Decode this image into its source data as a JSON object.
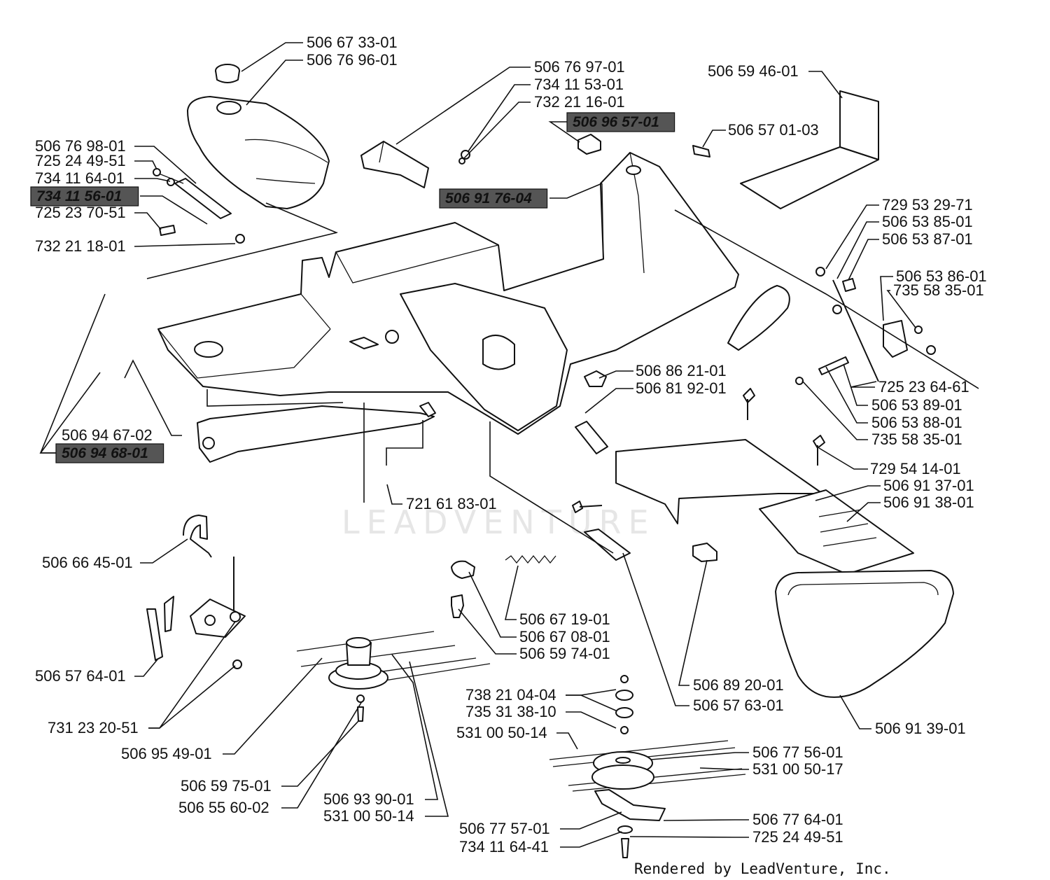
{
  "watermark": "LEADVENTURE",
  "credit": "Rendered by LeadVenture, Inc.",
  "parts": [
    {
      "id": "p01",
      "number": "506 67 33-01",
      "highlight": false
    },
    {
      "id": "p02",
      "number": "506 76 96-01",
      "highlight": false
    },
    {
      "id": "p03",
      "number": "506 76 97-01",
      "highlight": false
    },
    {
      "id": "p04",
      "number": "734 11 53-01",
      "highlight": false
    },
    {
      "id": "p05",
      "number": "732 21 16-01",
      "highlight": false
    },
    {
      "id": "p06",
      "number": "506 96 57-01",
      "highlight": true
    },
    {
      "id": "p07",
      "number": "506 59 46-01",
      "highlight": false
    },
    {
      "id": "p08",
      "number": "506 57 01-03",
      "highlight": false
    },
    {
      "id": "p09",
      "number": "506 76 98-01",
      "highlight": false
    },
    {
      "id": "p10",
      "number": "725 24 49-51",
      "highlight": false
    },
    {
      "id": "p11",
      "number": "734 11 64-01",
      "highlight": false
    },
    {
      "id": "p12",
      "number": "734 11 56-01",
      "highlight": true
    },
    {
      "id": "p13",
      "number": "725 23 70-51",
      "highlight": false
    },
    {
      "id": "p14",
      "number": "732 21 18-01",
      "highlight": false
    },
    {
      "id": "p15",
      "number": "506 91 76-04",
      "highlight": true
    },
    {
      "id": "p16",
      "number": "729 53 29-71",
      "highlight": false
    },
    {
      "id": "p17",
      "number": "506 53 85-01",
      "highlight": false
    },
    {
      "id": "p18",
      "number": "506 53 87-01",
      "highlight": false
    },
    {
      "id": "p19",
      "number": "506 53 86-01",
      "highlight": false
    },
    {
      "id": "p20",
      "number": "735 58 35-01",
      "highlight": false
    },
    {
      "id": "p21",
      "number": "725 23 64-61",
      "highlight": false
    },
    {
      "id": "p22",
      "number": "506 53 89-01",
      "highlight": false
    },
    {
      "id": "p23",
      "number": "506 53 88-01",
      "highlight": false
    },
    {
      "id": "p24",
      "number": "735 58 35-01",
      "highlight": false
    },
    {
      "id": "p25",
      "number": "506 86 21-01",
      "highlight": false
    },
    {
      "id": "p26",
      "number": "506 81 92-01",
      "highlight": false
    },
    {
      "id": "p27",
      "number": "506 94 67-02",
      "highlight": false
    },
    {
      "id": "p28",
      "number": "506 94 68-01",
      "highlight": true
    },
    {
      "id": "p29",
      "number": "721 61 83-01",
      "highlight": false
    },
    {
      "id": "p30",
      "number": "729 54 14-01",
      "highlight": false
    },
    {
      "id": "p31",
      "number": "506 91 37-01",
      "highlight": false
    },
    {
      "id": "p32",
      "number": "506 91 38-01",
      "highlight": false
    },
    {
      "id": "p33",
      "number": "506 66 45-01",
      "highlight": false
    },
    {
      "id": "p34",
      "number": "506 67 19-01",
      "highlight": false
    },
    {
      "id": "p35",
      "number": "506 67 08-01",
      "highlight": false
    },
    {
      "id": "p36",
      "number": "506 59 74-01",
      "highlight": false
    },
    {
      "id": "p37",
      "number": "506 57 64-01",
      "highlight": false
    },
    {
      "id": "p38",
      "number": "506 89 20-01",
      "highlight": false
    },
    {
      "id": "p39",
      "number": "506 57 63-01",
      "highlight": false
    },
    {
      "id": "p40",
      "number": "738 21 04-04",
      "highlight": false
    },
    {
      "id": "p41",
      "number": "735 31 38-10",
      "highlight": false
    },
    {
      "id": "p42",
      "number": "531 00 50-14",
      "highlight": false
    },
    {
      "id": "p43",
      "number": "731 23 20-51",
      "highlight": false
    },
    {
      "id": "p44",
      "number": "506 91 39-01",
      "highlight": false
    },
    {
      "id": "p45",
      "number": "506 95 49-01",
      "highlight": false
    },
    {
      "id": "p46",
      "number": "506 77 56-01",
      "highlight": false
    },
    {
      "id": "p47",
      "number": "531 00 50-17",
      "highlight": false
    },
    {
      "id": "p48",
      "number": "506 59 75-01",
      "highlight": false
    },
    {
      "id": "p49",
      "number": "506 55 60-02",
      "highlight": false
    },
    {
      "id": "p50",
      "number": "506 93 90-01",
      "highlight": false
    },
    {
      "id": "p51",
      "number": "531 00 50-14",
      "highlight": false
    },
    {
      "id": "p52",
      "number": "506 77 64-01",
      "highlight": false
    },
    {
      "id": "p53",
      "number": "506 77 57-01",
      "highlight": false
    },
    {
      "id": "p54",
      "number": "725 24 49-51",
      "highlight": false
    },
    {
      "id": "p55",
      "number": "734 11 64-41",
      "highlight": false
    }
  ]
}
